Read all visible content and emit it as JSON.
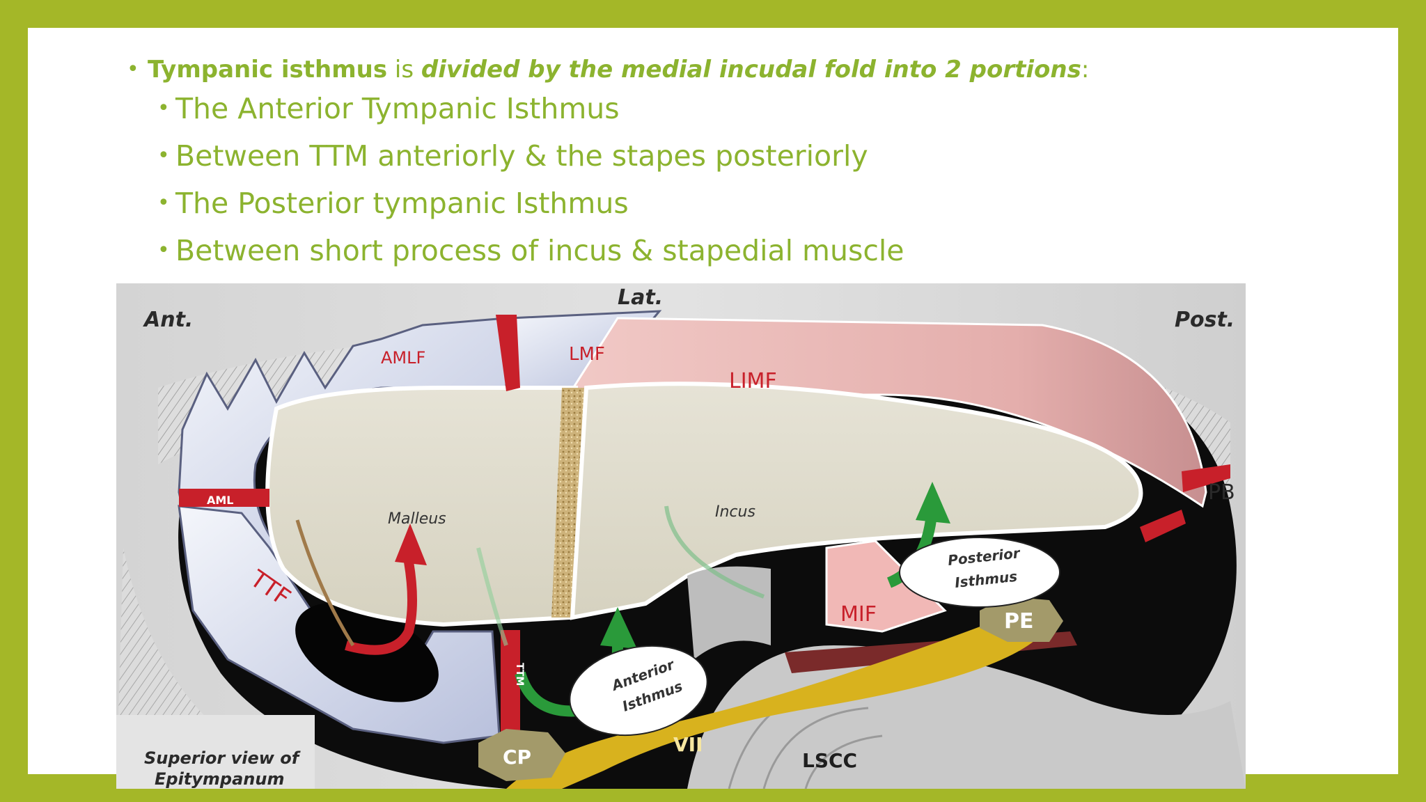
{
  "bullets": {
    "main": {
      "term": "Tympanic isthmus",
      "connector": " is ",
      "emphasis": "divided by the medial  incudal fold into 2 portions",
      "tail": ":"
    },
    "sub": [
      "The Anterior Tympanic Isthmus",
      "Between TTM anteriorly & the stapes posteriorly",
      "The Posterior tympanic Isthmus",
      "Between short process of incus & stapedial muscle"
    ]
  },
  "figure": {
    "orient": {
      "ant": "Ant.",
      "lat": "Lat.",
      "post": "Post."
    },
    "labels": {
      "amlf": "AMLF",
      "lmf": "LMF",
      "limf": "LIMF",
      "aml": "AML",
      "ttf": "TTF",
      "malleus": "Malleus",
      "incus": "Incus",
      "mif": "MIF",
      "pb": "PB",
      "pe": "PE",
      "cp": "CP",
      "vii": "VII",
      "lscc": "LSCC",
      "ttm": "TTM",
      "post_isthmus_1": "Posterior",
      "post_isthmus_2": "Isthmus",
      "ant_isthmus_1": "Anterior",
      "ant_isthmus_2": "Isthmus",
      "caption_1": "Superior view of",
      "caption_2": "Epitympanum"
    },
    "colors": {
      "accent_red": "#c8202a",
      "arrow_green": "#2a9a3a",
      "nerve_yellow": "#d8b21e",
      "limf_pink": "#e8b6b4",
      "ossicle_beige": "#dcd8c8"
    }
  }
}
